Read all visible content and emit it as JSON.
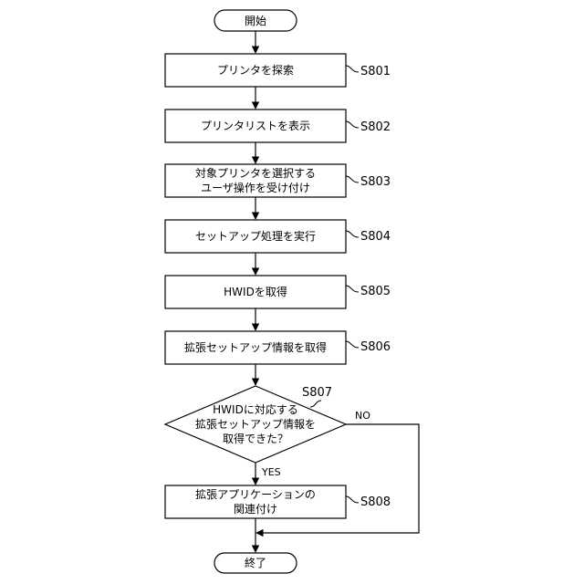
{
  "start": {
    "label": "開始"
  },
  "end": {
    "label": "終了"
  },
  "steps": [
    {
      "id": "S801",
      "lines": [
        "プリンタを探索"
      ]
    },
    {
      "id": "S802",
      "lines": [
        "プリンタリストを表示"
      ]
    },
    {
      "id": "S803",
      "lines": [
        "対象プリンタを選択する",
        "ユーザ操作を受け付け"
      ]
    },
    {
      "id": "S804",
      "lines": [
        "セットアップ処理を実行"
      ]
    },
    {
      "id": "S805",
      "lines": [
        "HWIDを取得"
      ]
    },
    {
      "id": "S806",
      "lines": [
        "拡張セットアップ情報を取得"
      ]
    },
    {
      "id": "S807",
      "lines": [
        "HWIDに対応する",
        "拡張セットアップ情報を",
        "取得できた？"
      ]
    },
    {
      "id": "S808",
      "lines": [
        "拡張アプリケーションの",
        "関連付け"
      ]
    }
  ],
  "branches": {
    "yes": "YES",
    "no": "NO"
  }
}
